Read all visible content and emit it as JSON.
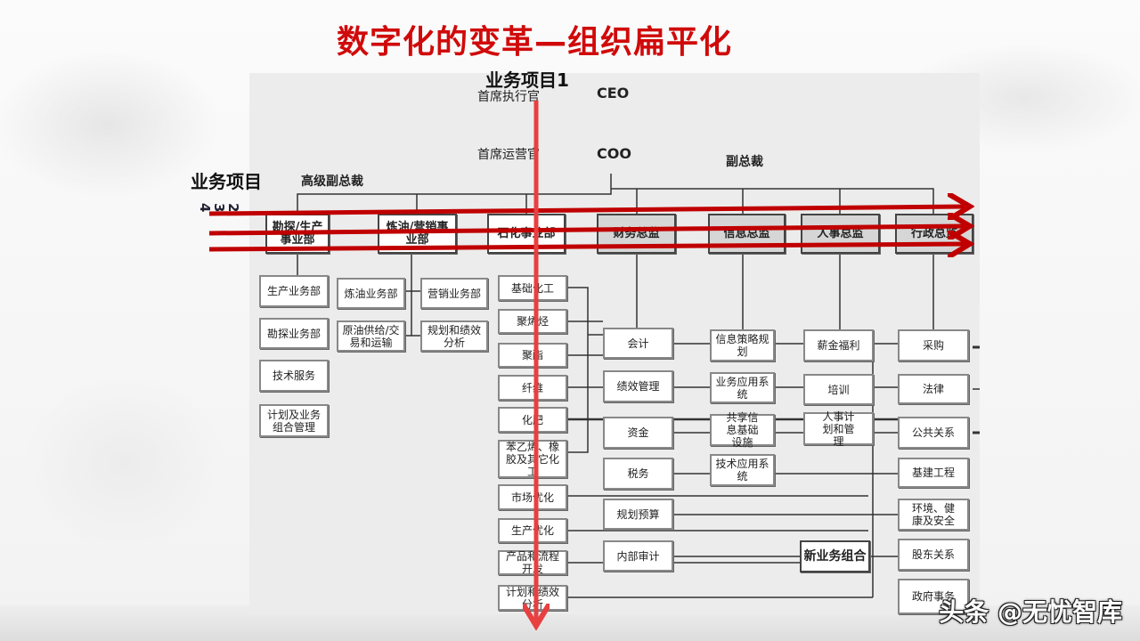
{
  "slide": {
    "title": "数字化的变革—组织扁平化",
    "watermark": "头条 @无忧智库"
  },
  "labels": {
    "project1": "业务项目1",
    "project": "业务项目",
    "nums": "2 3 4",
    "ceo_cn": "首席执行官",
    "ceo": "CEO",
    "coo_cn": "首席运营官",
    "coo": "COO",
    "svp": "高级副总裁",
    "vp": "副总裁"
  },
  "top": [
    "勘探/生产事业部",
    "炼油/营销事业部",
    "石化事业部",
    "财务总监",
    "信息总监",
    "人事总监",
    "行政总监"
  ],
  "upstream": [
    "生产业务部",
    "勘探业务部",
    "技术服务",
    "计划及业务组合管理"
  ],
  "refining": [
    "炼油业务部",
    "原油供给/交易和运输"
  ],
  "marketing": [
    "营销业务部",
    "规划和绩效分析"
  ],
  "chem": [
    "基础化工",
    "聚烯烃",
    "聚酯",
    "纤维",
    "化肥",
    "苯乙烯、橡胶及其它化工",
    "市场优化",
    "生产优化",
    "产品和流程开发",
    "计划和绩效分析"
  ],
  "finance": [
    "会计",
    "绩效管理",
    "资金",
    "税务",
    "规划预算",
    "内部审计"
  ],
  "info": [
    "信息策略规划",
    "业务应用系统",
    "共享信息基础设施",
    "技术应用系统"
  ],
  "hr": [
    "薪金福利",
    "培训",
    "人事计划和管理"
  ],
  "new_biz": "新业务组合",
  "admin": [
    "采购",
    "法律",
    "公共关系",
    "基建工程",
    "环境、健康及安全",
    "股东关系",
    "政府事务"
  ],
  "colors": {
    "title": "#d00a0a",
    "arrow": "#c00000",
    "vertical_arrow": "#e84040"
  }
}
